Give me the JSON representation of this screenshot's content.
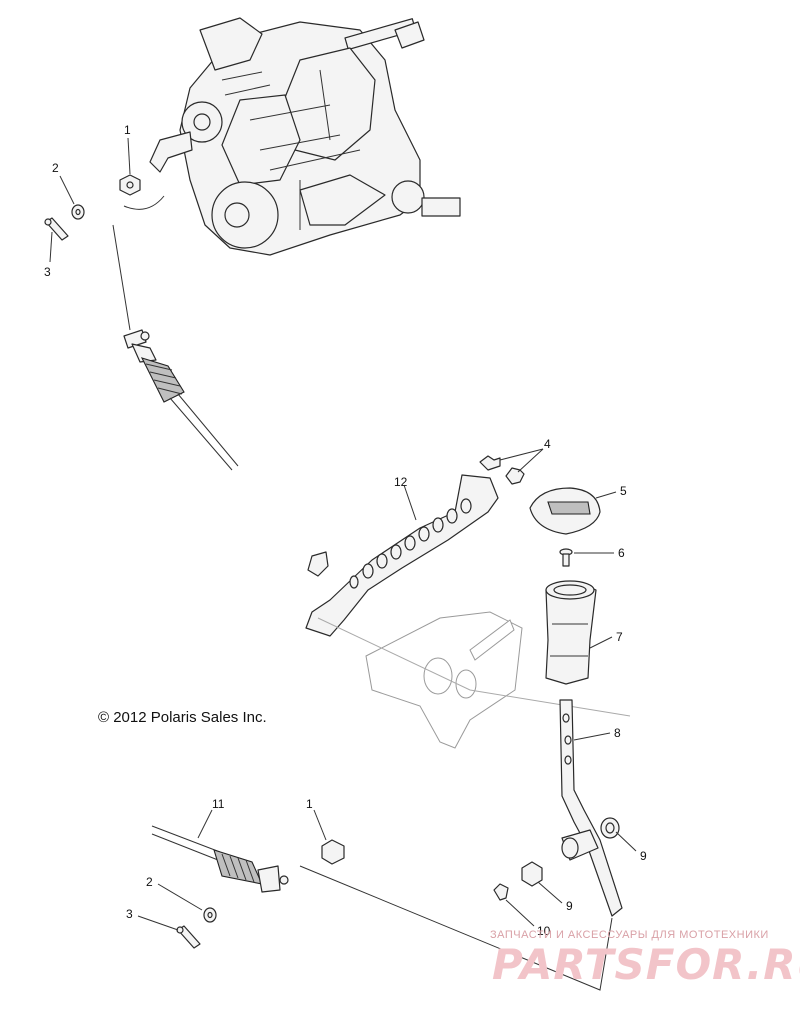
{
  "diagram": {
    "copyright": "© 2012 Polaris Sales Inc.",
    "callouts": {
      "c1_top": "1",
      "c2_top": "2",
      "c3_top": "3",
      "c4": "4",
      "c5": "5",
      "c6": "6",
      "c7": "7",
      "c8": "8",
      "c9_right": "9",
      "c9_lower": "9",
      "c10": "10",
      "c11": "11",
      "c1_bottom": "1",
      "c2_bottom": "2",
      "c3_bottom": "3",
      "c12": "12"
    }
  },
  "watermark": {
    "tagline": "ЗАПЧАСТИ И АКСЕССУАРЫ ДЛЯ МОТОТЕХНИКИ",
    "brand": "PARTSFOR.RU"
  }
}
